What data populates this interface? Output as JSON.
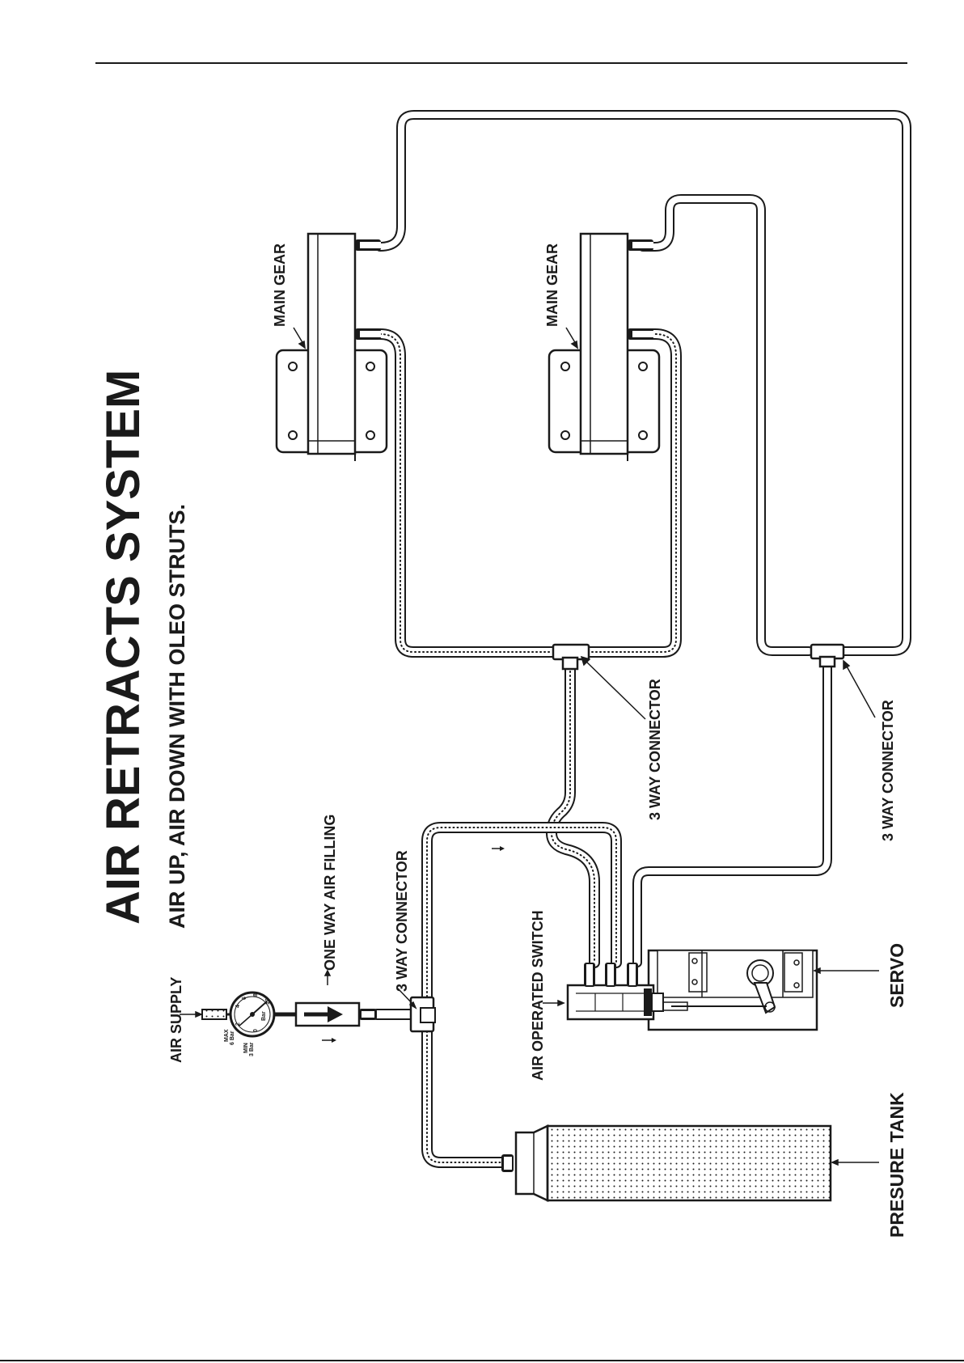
{
  "title": "AIR RETRACTS SYSTEM",
  "subtitle": "AIR UP, AIR DOWN WITH OLEO STRUTS.",
  "labels": {
    "air_supply": "AIR SUPPLY",
    "one_way_air_filling": "ONE WAY AIR FILLING",
    "three_way_connector": "3 WAY CONNECTOR",
    "air_operated_switch": "AIR OPERATED SWITCH",
    "main_gear": "MAIN GEAR",
    "servo": "SERVO",
    "pressure_tank": "PRESURE TANK"
  },
  "gauge": {
    "max": "MAX",
    "max_value": "6 Bar",
    "min": "MIN",
    "min_value": "3 Bar",
    "unit": "Bar",
    "ticks": [
      "0",
      "2",
      "4",
      "6",
      "8",
      "10"
    ]
  },
  "colors": {
    "ink": "#1a1a1a",
    "paper": "#ffffff"
  }
}
